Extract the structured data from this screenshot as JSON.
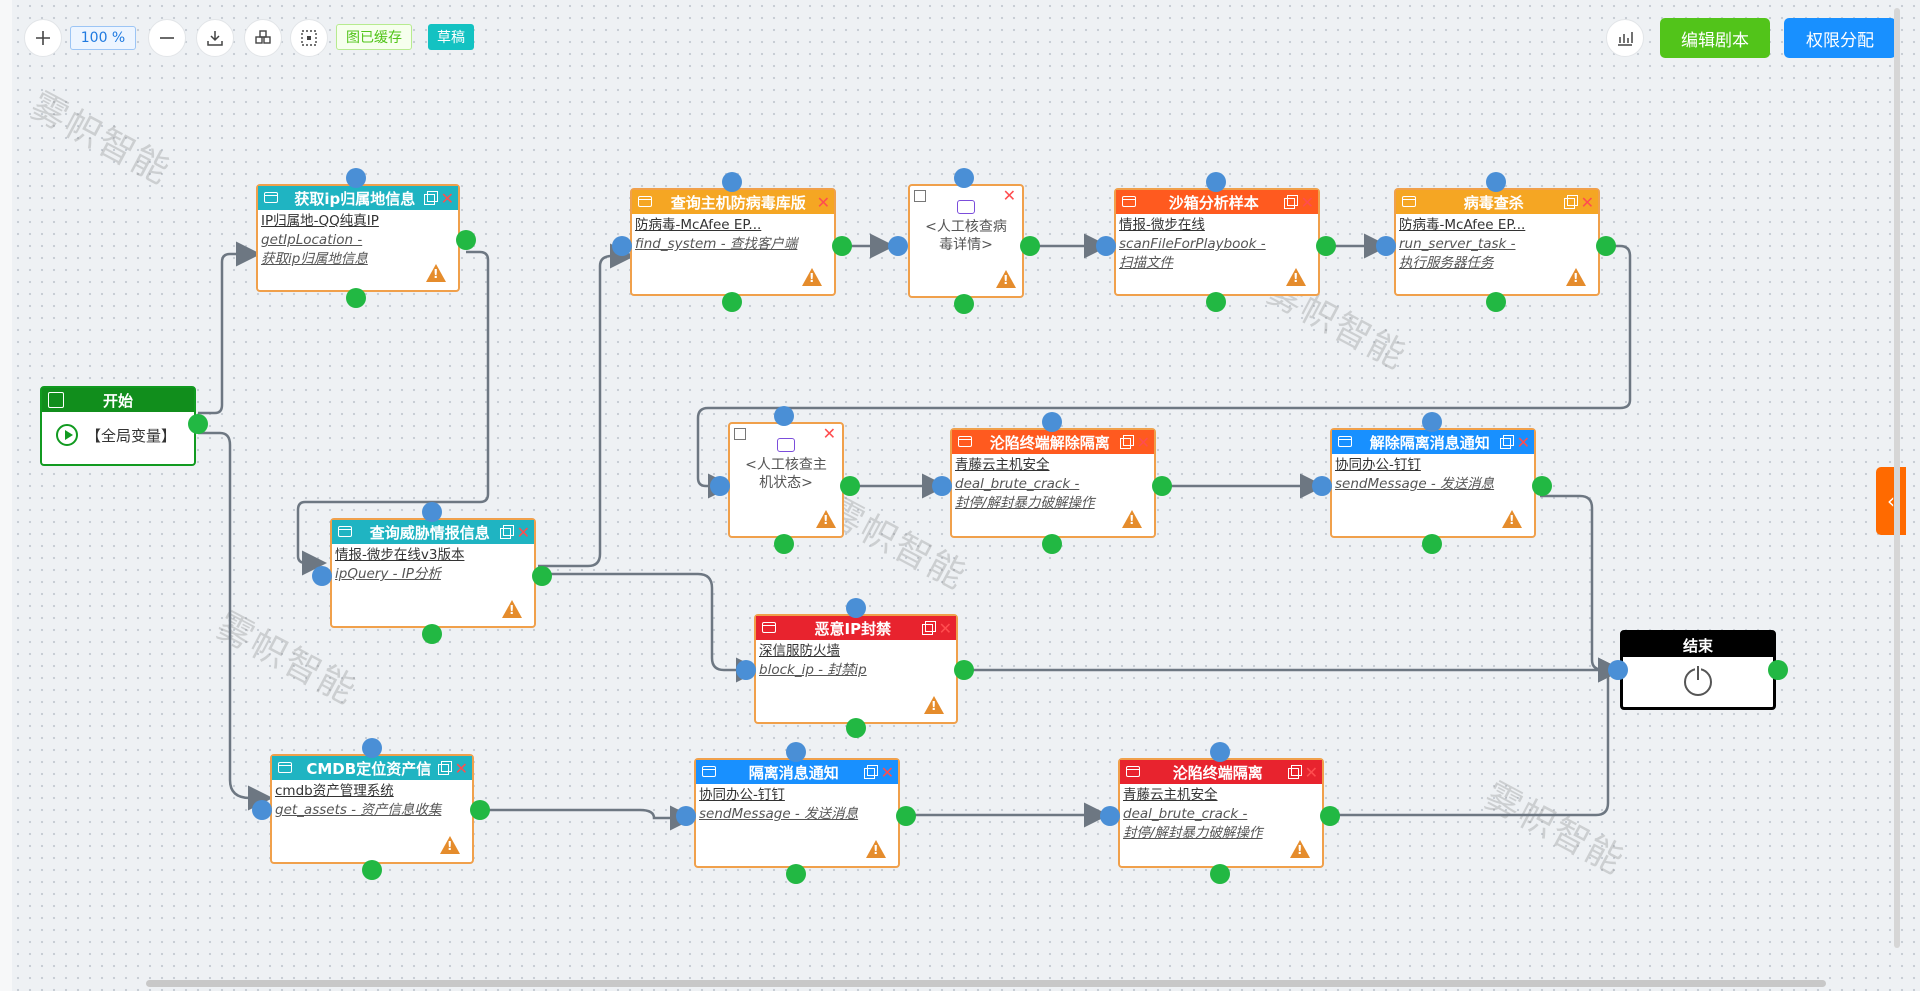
{
  "toolbar": {
    "zoom": "100 %",
    "saved_tag": "图已缓存",
    "draft_tag": "草稿",
    "edit_button": "编辑剧本",
    "permission_button": "权限分配"
  },
  "watermark": "雾帜智能",
  "start": {
    "title": "开始",
    "body": "【全局变量】"
  },
  "end": {
    "title": "结束"
  },
  "nodes": {
    "ip_location": {
      "title": "获取ip归属地信息",
      "line1": "IP归属地-QQ纯真IP",
      "line2": "getIpLocation -",
      "line3": "获取ip归属地信息"
    },
    "query_av": {
      "title": "查询主机防病毒库版",
      "line1": "防病毒-McAfee EP...",
      "line2": "find_system - 查找客户端"
    },
    "manual1": {
      "title": "<人工核查病毒详情>"
    },
    "sandbox": {
      "title": "沙箱分析样本",
      "line1": "情报-微步在线",
      "line2": "scanFileForPlaybook -",
      "line3": "扫描文件"
    },
    "virus_kill": {
      "title": "病毒查杀",
      "line1": "防病毒-McAfee EP...",
      "line2": "run_server_task -",
      "line3": "执行服务器任务"
    },
    "threat_intel": {
      "title": "查询威胁情报信息",
      "line1": "情报-微步在线v3版本",
      "line2": "ipQuery - IP分析"
    },
    "manual2": {
      "title": "<人工核查主机状态>"
    },
    "unisolate": {
      "title": "沦陷终端解除隔离",
      "line1": "青藤云主机安全",
      "line2": "deal_brute_crack -",
      "line3": "封停/解封暴力破解操作"
    },
    "unisolate_notify": {
      "title": "解除隔离消息通知",
      "line1": "协同办公-钉钉",
      "line2": "sendMessage - 发送消息"
    },
    "block_ip": {
      "title": "恶意IP封禁",
      "line1": "深信服防火墙",
      "line2": "block_ip - 封禁ip"
    },
    "cmdb": {
      "title": "CMDB定位资产信",
      "line1": "cmdb资产管理系统",
      "line2": "get_assets - 资产信息收集"
    },
    "isolate_notify": {
      "title": "隔离消息通知",
      "line1": "协同办公-钉钉",
      "line2": "sendMessage - 发送消息"
    },
    "isolate": {
      "title": "沦陷终端隔离",
      "line1": "青藤云主机安全",
      "line2": "deal_brute_crack -",
      "line3": "封停/解封暴力破解操作"
    }
  }
}
